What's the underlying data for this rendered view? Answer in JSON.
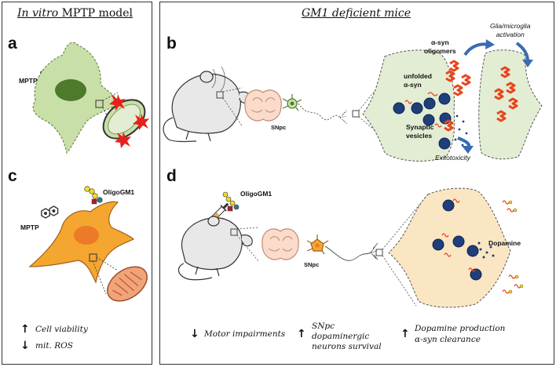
{
  "left_panel": {
    "title_italic": "In vitro",
    "title_rest": " MPTP model",
    "panel_a": {
      "letter": "a",
      "mptp_label": "MPTP"
    },
    "panel_c": {
      "letter": "c",
      "mptp_label": "MPTP",
      "oligogm1_label": "OligoGM1",
      "outcomes": [
        {
          "direction": "up",
          "symbol": "↑",
          "text": "Cell viability"
        },
        {
          "direction": "down",
          "symbol": "↓",
          "text": "mit. ROS"
        }
      ]
    }
  },
  "right_panel": {
    "title": "GM1 deficient mice",
    "panel_b": {
      "letter": "b",
      "snpc_label": "SNpc",
      "alpha_syn_oligomers": "α-syn\noligomers",
      "unfolded_alpha_syn": "unfolded\nα-syn",
      "synaptic_vesicles": "Synaptic\nvesicles",
      "glia_microglia": "Glia/microglia\nactivation",
      "exitotoxicity": "Exitotoxicity"
    },
    "panel_d": {
      "letter": "d",
      "oligogm1_label": "OligoGM1",
      "snpc_label": "SNpc",
      "dopamine_label": "Dopamine",
      "outcomes": [
        {
          "direction": "down",
          "symbol": "↓",
          "text": "Motor impairments"
        },
        {
          "direction": "up",
          "symbol": "↑",
          "text": "SNpc\ndopaminergic\nneurons survival"
        },
        {
          "direction": "up",
          "symbol": "↑",
          "text": "Dopamine production\nα-syn clearance"
        }
      ]
    }
  },
  "colors": {
    "neuron_green": "#c9dfa8",
    "neuron_orange": "#f5a630",
    "terminal_green": "#e3edd3",
    "terminal_cream": "#fbe6c3",
    "vesicle_blue": "#1f3f7a",
    "alpha_syn_red": "#e8451c",
    "arrow_blue": "#3a6bb0",
    "mitochondria_red": "#d5392a"
  },
  "icons": [
    "mptp-molecule-icon",
    "oligogm1-sugar-icon",
    "mouse-icon",
    "brain-section-icon",
    "syringe-icon",
    "mitochondrion-icon",
    "ros-burst-icon"
  ]
}
